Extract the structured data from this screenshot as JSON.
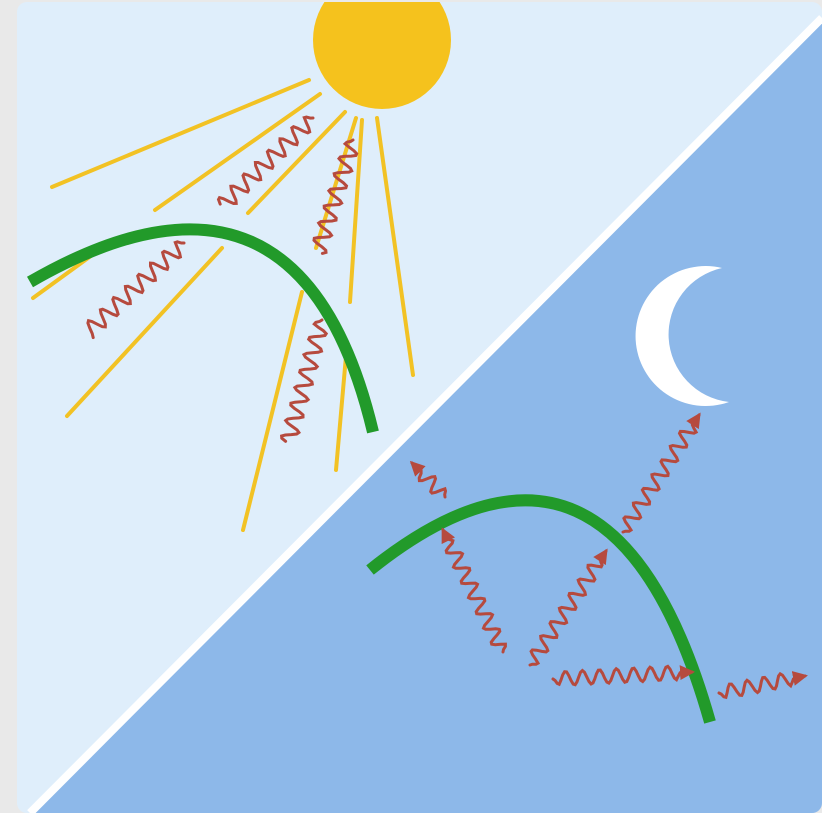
{
  "illustration": {
    "day_panel": {
      "sky": "day-sky",
      "sun": "sun",
      "rays": "sunlight-rays",
      "incoming_waves": "incoming-heat-waves",
      "cover": "insulating-cover"
    },
    "night_panel": {
      "sky": "night-sky",
      "moon": "moon",
      "outgoing_waves": "outgoing-heat-waves",
      "cover": "insulating-cover"
    }
  },
  "colors": {
    "frame": "#e9e9e9",
    "day_sky": "#dfeefb",
    "night_sky": "#8db8e9",
    "divider": "#ffffff",
    "sun": "#f5c21d",
    "ray": "#f2c224",
    "cover": "#229a2a",
    "wave": "#b64a3e",
    "moon": "#ffffff"
  }
}
